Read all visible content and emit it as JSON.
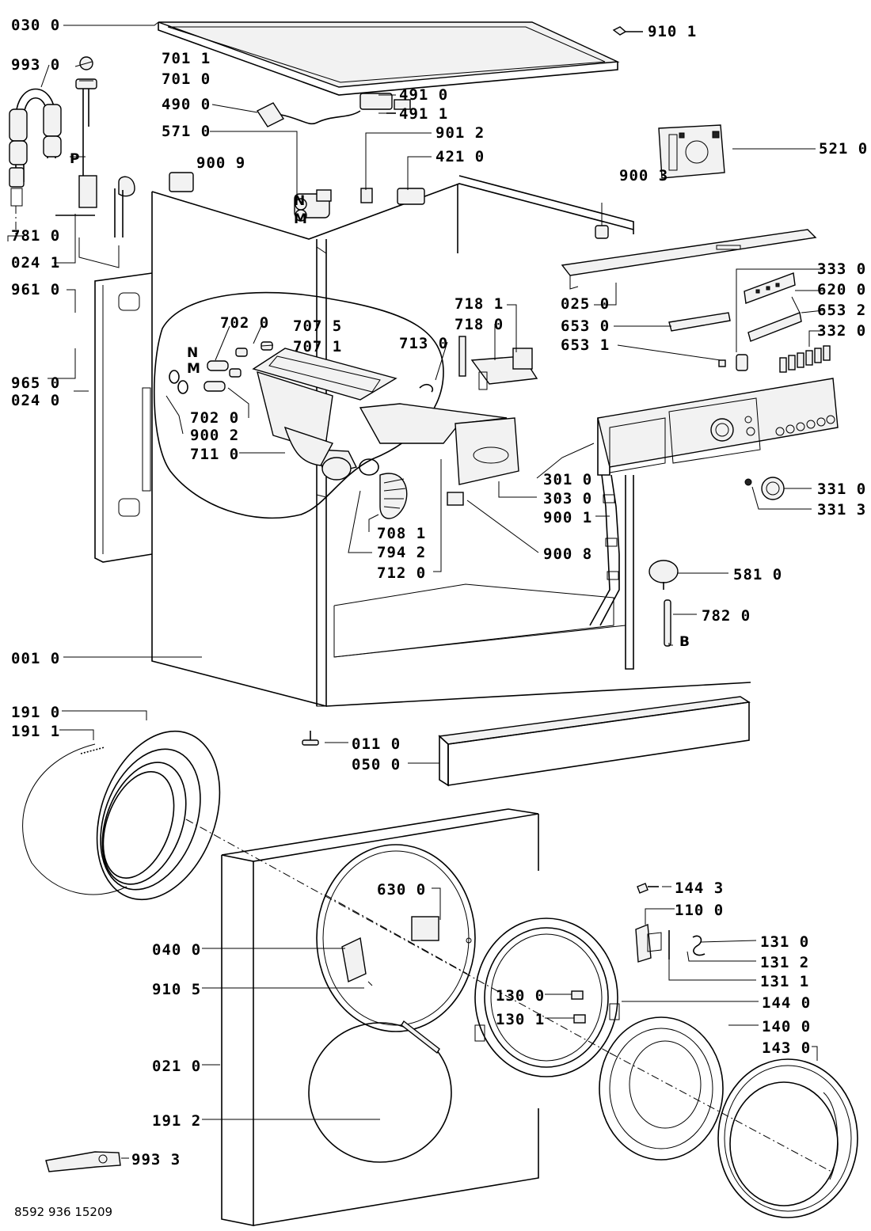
{
  "document_number": "8592 936 15209",
  "markers": {
    "N1": "N",
    "M1": "M",
    "P": "P",
    "N2": "N",
    "M2": "M",
    "B": "B"
  },
  "labels": [
    "030 0",
    "910 1",
    "993 0",
    "701 1",
    "701 0",
    "490 0",
    "491 0",
    "491 1",
    "571 0",
    "901 2",
    "421 0",
    "521 0",
    "900 9",
    "900 3",
    "781 0",
    "024 1",
    "961 0",
    "718 1",
    "025 0",
    "333 0",
    "620 0",
    "702 0",
    "707 5",
    "718 0",
    "653 2",
    "653 0",
    "707 1",
    "713 0",
    "332 0",
    "653 1",
    "965 0",
    "024 0",
    "702 0",
    "900 2",
    "711 0",
    "301 0",
    "331 0",
    "303 0",
    "331 3",
    "708 1",
    "900 1",
    "794 2",
    "900 8",
    "712 0",
    "581 0",
    "782 0",
    "001 0",
    "191 0",
    "191 1",
    "011 0",
    "050 0",
    "144 3",
    "630 0",
    "110 0",
    "131 0",
    "040 0",
    "131 2",
    "131 1",
    "910 5",
    "130 0",
    "144 0",
    "130 1",
    "140 0",
    "143 0",
    "021 0",
    "191 2",
    "993 3"
  ]
}
